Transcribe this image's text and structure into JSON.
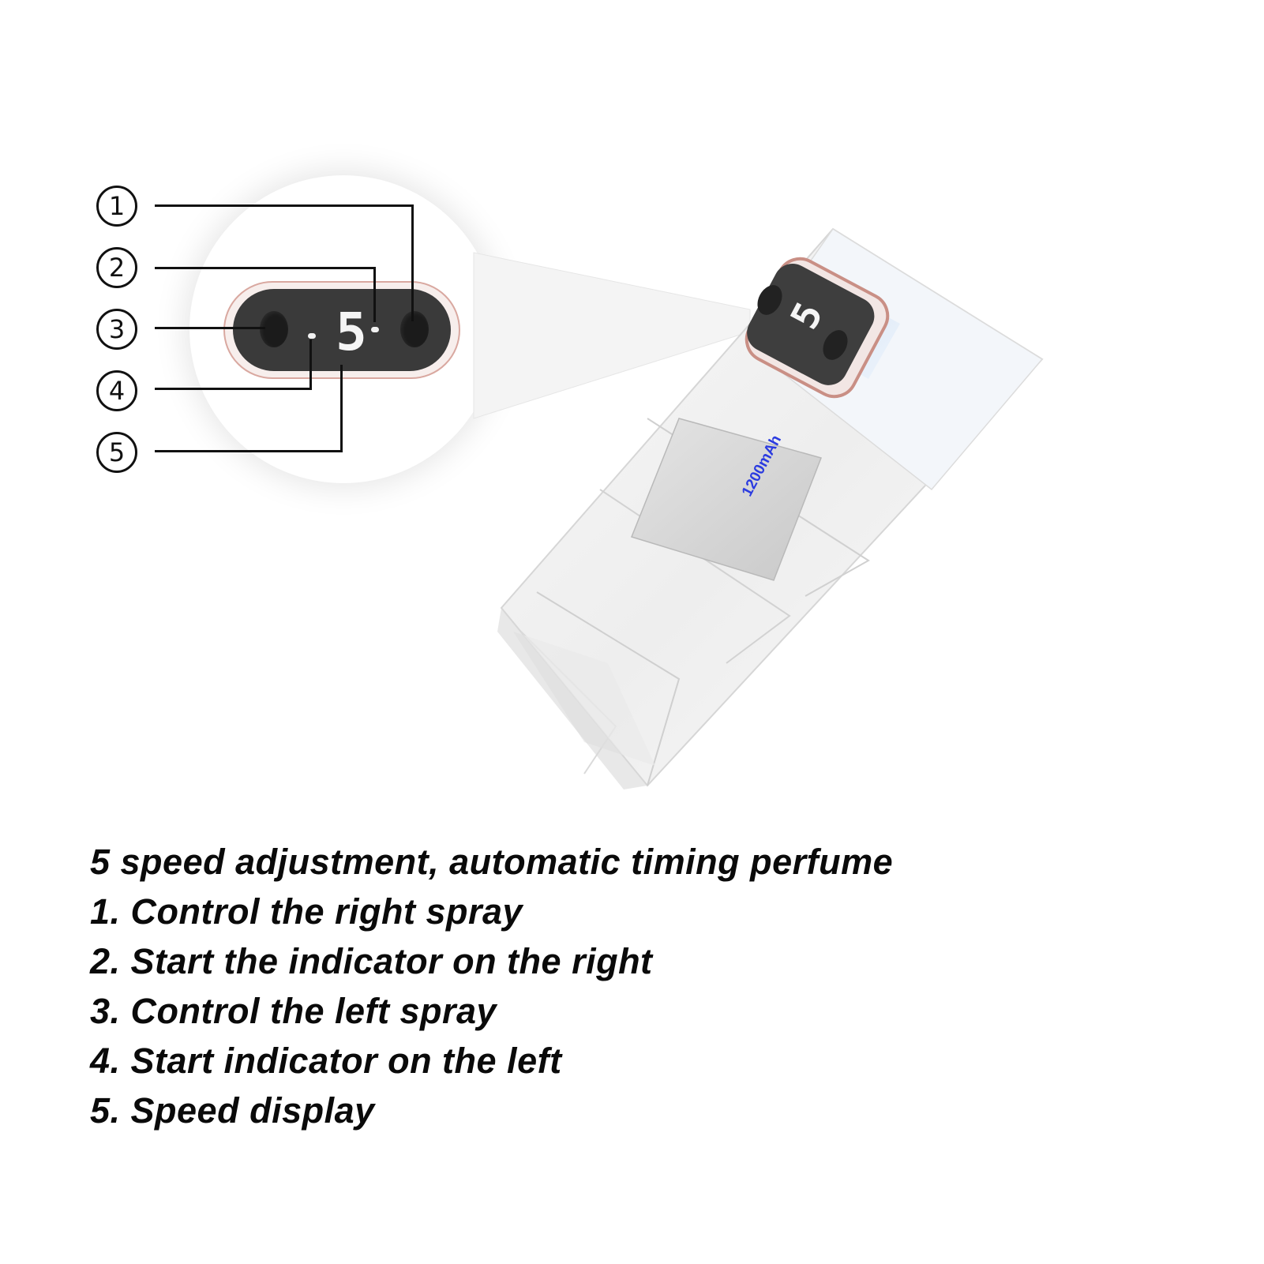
{
  "diagram": {
    "callouts": [
      {
        "number": "1",
        "target": "right-spray-button"
      },
      {
        "number": "2",
        "target": "right-indicator"
      },
      {
        "number": "3",
        "target": "left-spray-button"
      },
      {
        "number": "4",
        "target": "left-indicator"
      },
      {
        "number": "5",
        "target": "speed-display"
      }
    ],
    "display_digit": "5",
    "battery_label": "1200mAh",
    "battery_label_color": "#2b3be0",
    "bezel_color": "#d9a8a0",
    "display_color": "#3a3a3a"
  },
  "description": {
    "title": "5 speed adjustment, automatic timing perfume",
    "items": [
      "1. Control the right spray",
      "2. Start the indicator on the right",
      "3. Control the left spray",
      "4. Start indicator on the left",
      "5. Speed display"
    ]
  }
}
